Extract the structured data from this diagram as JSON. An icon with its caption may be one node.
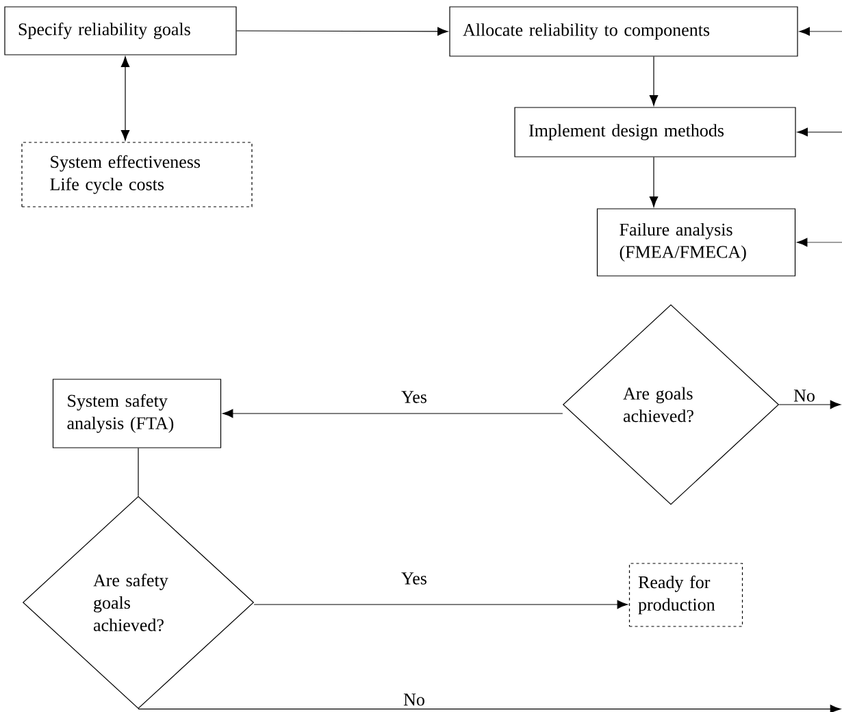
{
  "diagram": {
    "nodes": [
      {
        "text": [
          "Specify reliability goals"
        ]
      },
      {
        "text": [
          "Allocate reliability to components"
        ]
      },
      {
        "text": [
          "System effectiveness Life cycle costs"
        ]
      },
      {
        "text": [
          "Implement design methods"
        ]
      },
      {
        "text": [
          "Failure analysis (FMEA/FMECA)"
        ]
      },
      {
        "text": [
          "Are goals achieved?"
        ]
      },
      {
        "text": [
          "System safety analysis (FTA)"
        ]
      },
      {
        "text": [
          "Are safety goals achieved?"
        ]
      },
      {
        "text": [
          "Ready for production"
        ]
      }
    ],
    "edges": [
      {
        "from": 0,
        "to": 1,
        "arrow": "to"
      },
      {
        "from": 0,
        "to": 2,
        "arrow": "both"
      },
      {
        "from": null,
        "to": 1,
        "arrow": "to"
      },
      {
        "from": 1,
        "to": 3,
        "arrow": "to"
      },
      {
        "from": null,
        "to": 3,
        "arrow": "to"
      },
      {
        "from": 3,
        "to": 4,
        "arrow": "to"
      },
      {
        "from": null,
        "to": 4,
        "arrow": "to"
      },
      {
        "from": 5,
        "to": 6,
        "arrow": "to",
        "label": "Yes"
      },
      {
        "from": 5,
        "to": null,
        "arrow": "to",
        "label": "No"
      },
      {
        "from": 6,
        "to": 7,
        "arrow": "none"
      },
      {
        "from": 7,
        "to": 8,
        "arrow": "to",
        "label": "Yes"
      },
      {
        "from": 7,
        "to": null,
        "arrow": "to",
        "label": "No"
      }
    ]
  }
}
